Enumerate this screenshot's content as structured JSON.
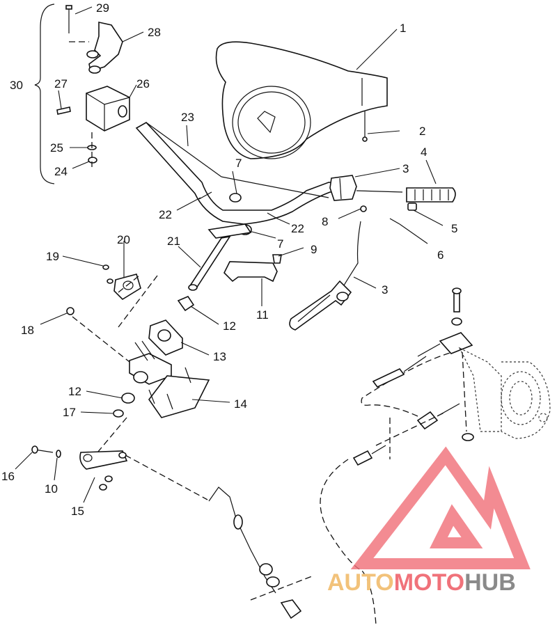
{
  "diagram": {
    "callouts": {
      "c1": "1",
      "c2": "2",
      "c3a": "3",
      "c3b": "3",
      "c4": "4",
      "c5": "5",
      "c6": "6",
      "c7a": "7",
      "c7b": "7",
      "c8": "8",
      "c9": "9",
      "c10": "10",
      "c11": "11",
      "c12a": "12",
      "c12b": "12",
      "c13": "13",
      "c14": "14",
      "c15": "15",
      "c16": "16",
      "c17": "17",
      "c18": "18",
      "c19": "19",
      "c20": "20",
      "c21": "21",
      "c22a": "22",
      "c22b": "22",
      "c23": "23",
      "c24": "24",
      "c25": "25",
      "c26": "26",
      "c27": "27",
      "c28": "28",
      "c29": "29",
      "c30": "30"
    }
  },
  "watermark": {
    "word_auto": "AUTO",
    "word_moto": "MOTO",
    "word_hub": "HUB",
    "colors": {
      "auto": "#f2c27a",
      "moto": "#f0727a",
      "hub": "#8a8a8a"
    }
  }
}
